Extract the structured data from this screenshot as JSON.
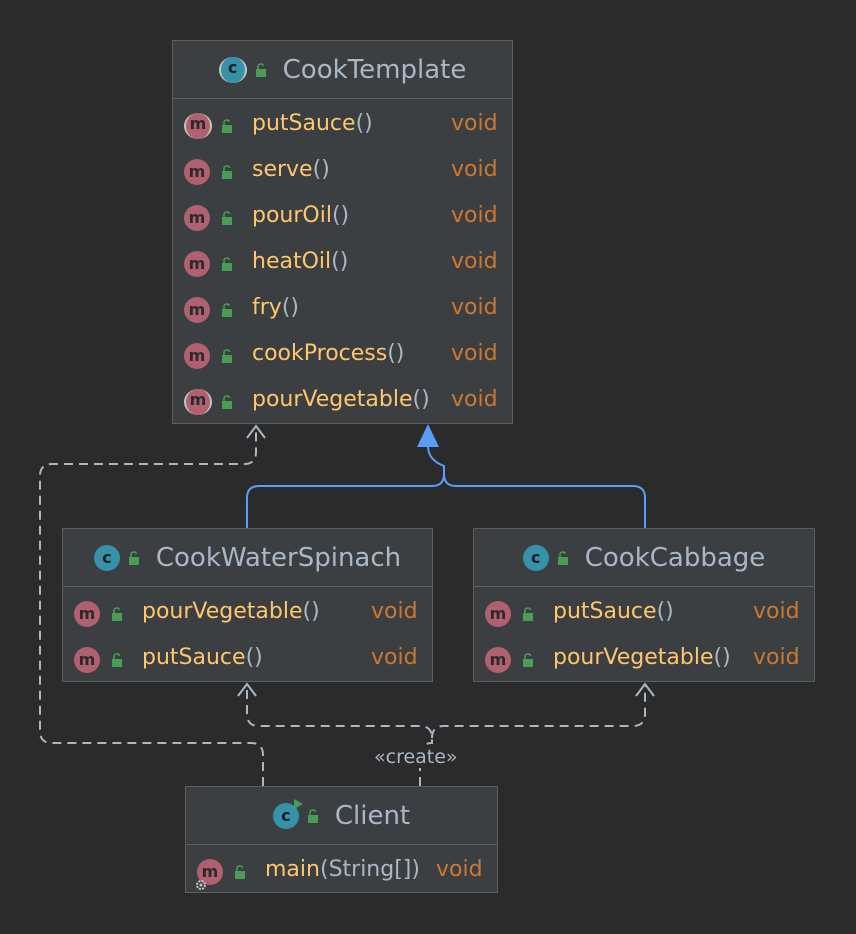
{
  "colors": {
    "background": "#2b2b2b",
    "box_fill": "#3c3f41",
    "box_border": "#5e6060",
    "method_name": "#ffc66d",
    "return_type": "#cc7832",
    "class_icon": "#3592a9",
    "method_icon": "#b0606f",
    "public_lock": "#499c54",
    "inheritance_line": "#589df6",
    "dependency_line": "#a9b7c6"
  },
  "classes": {
    "cook_template": {
      "name": "CookTemplate",
      "icon": "abstract-class-icon",
      "methods": [
        {
          "name": "putSauce",
          "parens": "()",
          "type": "void",
          "abstract": true
        },
        {
          "name": "serve",
          "parens": "()",
          "type": "void",
          "abstract": false
        },
        {
          "name": "pourOil",
          "parens": "()",
          "type": "void",
          "abstract": false
        },
        {
          "name": "heatOil",
          "parens": "()",
          "type": "void",
          "abstract": false
        },
        {
          "name": "fry",
          "parens": "()",
          "type": "void",
          "abstract": false
        },
        {
          "name": "cookProcess",
          "parens": "()",
          "type": "void",
          "abstract": false
        },
        {
          "name": "pourVegetable",
          "parens": "()",
          "type": "void",
          "abstract": true
        }
      ]
    },
    "cook_water_spinach": {
      "name": "CookWaterSpinach",
      "icon": "class-icon",
      "methods": [
        {
          "name": "pourVegetable",
          "parens": "()",
          "type": "void"
        },
        {
          "name": "putSauce",
          "parens": "()",
          "type": "void"
        }
      ]
    },
    "cook_cabbage": {
      "name": "CookCabbage",
      "icon": "class-icon",
      "methods": [
        {
          "name": "putSauce",
          "parens": "()",
          "type": "void"
        },
        {
          "name": "pourVegetable",
          "parens": "()",
          "type": "void"
        }
      ]
    },
    "client": {
      "name": "Client",
      "icon": "runnable-class-icon",
      "methods": [
        {
          "name": "main",
          "param_open": "(",
          "param": "String[]",
          "param_close": ")",
          "type": "void",
          "static": true
        }
      ]
    }
  },
  "edges": {
    "create_label": "«create»"
  },
  "icon_letters": {
    "class": "c",
    "method": "m"
  }
}
